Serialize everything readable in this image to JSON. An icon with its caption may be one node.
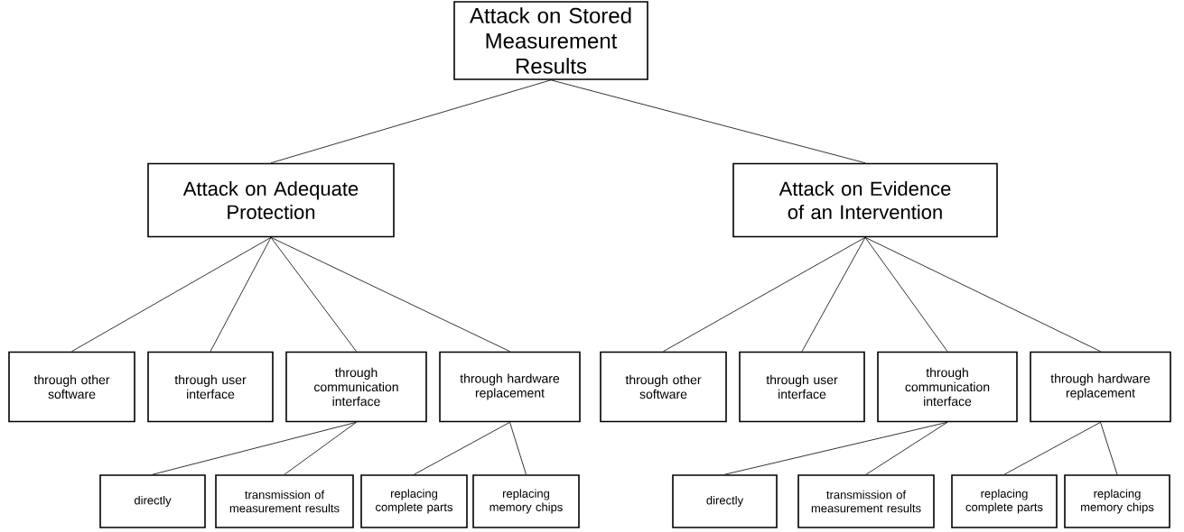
{
  "diagram": {
    "nodes": [
      {
        "text": [
          "Attack on Stored Measurement Results"
        ]
      },
      {
        "text": [
          "Attack on Adequate Protection"
        ]
      },
      {
        "text": [
          "Attack on Evidence of an Intervention"
        ]
      },
      {
        "text": [
          "through other software"
        ]
      },
      {
        "text": [
          "through user interface"
        ]
      },
      {
        "text": [
          "through communication interface"
        ]
      },
      {
        "text": [
          "through hardware replacement"
        ]
      },
      {
        "text": [
          "through other software"
        ]
      },
      {
        "text": [
          "through user interface"
        ]
      },
      {
        "text": [
          "through communication interface"
        ]
      },
      {
        "text": [
          "through hardware replacement"
        ]
      },
      {
        "text": [
          "directly"
        ]
      },
      {
        "text": [
          "transmission of measurement results"
        ]
      },
      {
        "text": [
          "replacing complete parts"
        ]
      },
      {
        "text": [
          "replacing memory chips"
        ]
      },
      {
        "text": [
          "directly"
        ]
      },
      {
        "text": [
          "transmission of measurement results"
        ]
      },
      {
        "text": [
          "replacing complete parts"
        ]
      },
      {
        "text": [
          "replacing memory chips"
        ]
      }
    ],
    "edges": [
      {
        "from": 0,
        "to": 1,
        "arrow": "none"
      },
      {
        "from": 0,
        "to": 2,
        "arrow": "none"
      },
      {
        "from": 1,
        "to": 3,
        "arrow": "none"
      },
      {
        "from": 1,
        "to": 4,
        "arrow": "none"
      },
      {
        "from": 1,
        "to": 5,
        "arrow": "none"
      },
      {
        "from": 1,
        "to": 6,
        "arrow": "none"
      },
      {
        "from": 2,
        "to": 7,
        "arrow": "none"
      },
      {
        "from": 2,
        "to": 8,
        "arrow": "none"
      },
      {
        "from": 2,
        "to": 9,
        "arrow": "none"
      },
      {
        "from": 2,
        "to": 10,
        "arrow": "none"
      },
      {
        "from": 5,
        "to": 11,
        "arrow": "none"
      },
      {
        "from": 5,
        "to": 12,
        "arrow": "none"
      },
      {
        "from": 6,
        "to": 13,
        "arrow": "none"
      },
      {
        "from": 6,
        "to": 14,
        "arrow": "none"
      },
      {
        "from": 9,
        "to": 15,
        "arrow": "none"
      },
      {
        "from": 9,
        "to": 16,
        "arrow": "none"
      },
      {
        "from": 10,
        "to": 17,
        "arrow": "none"
      },
      {
        "from": 10,
        "to": 18,
        "arrow": "none"
      }
    ]
  }
}
